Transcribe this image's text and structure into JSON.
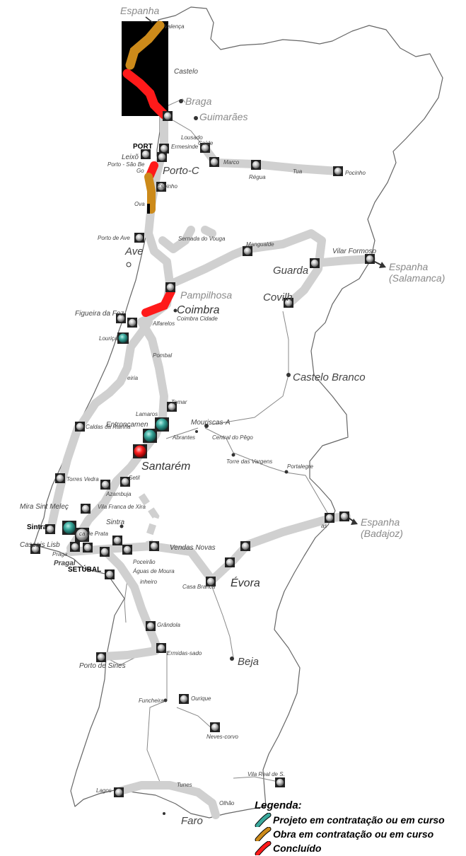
{
  "title": "",
  "colors": {
    "line": "#d0d0d0",
    "border": "#666666",
    "river": "#888888",
    "project": "#3aa89c",
    "works": "#cc8a1a",
    "done": "#ff1a1a",
    "inset_bg": "#000000"
  },
  "icons": {
    "station": "station-square-icon",
    "project_ball": "project-ball-icon",
    "done_ball": "done-ball-icon"
  },
  "labels": {
    "espanha_n": "Espanha",
    "valenca": "Valença",
    "castelo": "Castelo",
    "braga": "Braga",
    "guimaraes": "Guimarães",
    "lousado": "Lousado",
    "ermesinde": "Ermesinde",
    "caide": "Caíde",
    "porto": "PORT",
    "leixoes": "Leixõ",
    "porto_sao_bento": "Porto - São Be",
    "porto_c": "Porto-C",
    "go": "Go",
    "espinho": "Espinho",
    "ova": "Ova",
    "marco": "Marco",
    "regua": "Régua",
    "tua": "Tua",
    "pocinho": "Pocinho",
    "porto_aveiro": "Porto de Ave",
    "aveiro": "Ave",
    "sernada": "Sernada do Vouga",
    "mangualde": "Mangualde",
    "vilar_formoso": "Vilar Formoso",
    "espanha_e1": "Espanha",
    "salamanca": "(Salamanca)",
    "guarda": "Guarda",
    "covilha": "Covilh",
    "pampilhosa": "Pampilhosa",
    "coimbra": "Coimbra",
    "coimbra_cidade": "Coimbra Cidade",
    "alfarelos": "Alfarelos",
    "figueira": "Figueira da Foz",
    "lourical": "Louriça",
    "pombal": "Pombal",
    "leiria": "eiria",
    "castelo_branco": "Castelo Branco",
    "tomar": "Tomar",
    "lamarosa": "Lamaros",
    "entroncamento": "Entroncamen",
    "mouriscas": "Mouriscas-A",
    "abrantes": "Abrantes",
    "central_pego": "Central do Pêgo",
    "caldas": "Caldas da Rainha",
    "santarem": "Santarém",
    "torre_vargens": "Torre das Vargens",
    "portalegre": "Portalegre",
    "torres_vedras": "Torres Vedra",
    "setil": "Setil",
    "azambuja": "Azambuja",
    "vila_franca": "Vila Franca de Xira",
    "mira_sintra": "Mira Sint Meleç",
    "sintra_b": "Sintra",
    "sintra": "Sintra",
    "cascais": "Cascais Lisb",
    "praga": "Praga",
    "pragal": "Pragal",
    "setubal": "SETÚBAL",
    "vendas_novas": "Vendas Novas",
    "elvas": "as",
    "espanha_e2": "Espanha",
    "badajoz": "(Badajoz)",
    "poceirao": "Poceirão",
    "aguas_moura": "Águas de Moura",
    "pinheiro": "inheiro",
    "casa_branca": "Casa Branca",
    "evora": "Évora",
    "grandola": "Grândola",
    "ermidas": "Ermidas-sado",
    "porto_sines": "Porto de Sines",
    "beja": "Beja",
    "funcheira": "Funcheira",
    "ourique": "Ourique",
    "neves_corvo": "Neves-corvo",
    "vila_real": "Vila Real de S.",
    "tunes": "Tunes",
    "lagos": "Lagos",
    "olhao": "Olhão",
    "faro": "Faro",
    "cais_prata": "ca de Prata"
  },
  "legend": {
    "title": "Legenda:",
    "items": [
      {
        "label": "Projeto em contratação ou em curso",
        "color": "#3aa89c"
      },
      {
        "label": "Obra em contratação ou em curso",
        "color": "#cc8a1a"
      },
      {
        "label": "Concluído",
        "color": "#ff1a1a"
      }
    ]
  }
}
